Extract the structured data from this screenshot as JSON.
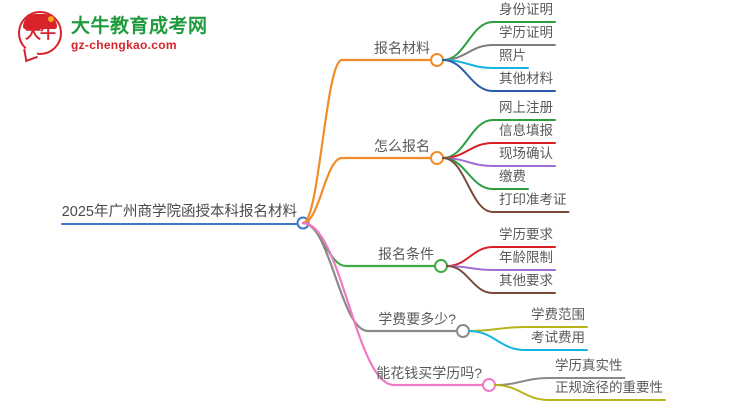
{
  "logo": {
    "mark_text": "大牛",
    "name_cn": "大牛教育成考网",
    "url": "gz-chengkao.com",
    "brand_green": "#1f9a3c",
    "brand_red": "#d8232a"
  },
  "mindmap": {
    "root": {
      "label": "2025年广州商学院函授本科报名材料",
      "underline_color": "#3d78c8",
      "node_color": "#3d78c8"
    },
    "branches": [
      {
        "label": "报名材料",
        "color": "#f28c28",
        "children": [
          {
            "label": "身份证明",
            "color": "#2d9e3f"
          },
          {
            "label": "学历证明",
            "color": "#7d7d7d"
          },
          {
            "label": "照片",
            "color": "#16b4e0"
          },
          {
            "label": "其他材料",
            "color": "#2a5ca8"
          }
        ]
      },
      {
        "label": "怎么报名",
        "color": "#f28c28",
        "children": [
          {
            "label": "网上注册",
            "color": "#2d9e3f"
          },
          {
            "label": "信息填报",
            "color": "#d81f26"
          },
          {
            "label": "现场确认",
            "color": "#a06fd6"
          },
          {
            "label": "缴费",
            "color": "#2d9e3f"
          },
          {
            "label": "打印准考证",
            "color": "#7a4a3a"
          }
        ]
      },
      {
        "label": "报名条件",
        "color": "#3faa46",
        "children": [
          {
            "label": "学历要求",
            "color": "#d81f26"
          },
          {
            "label": "年龄限制",
            "color": "#a06fd6"
          },
          {
            "label": "其他要求",
            "color": "#7a4a3a"
          }
        ]
      },
      {
        "label": "学费要多少?",
        "color": "#8a8a8a",
        "children": [
          {
            "label": "学费范围",
            "color": "#b6b417"
          },
          {
            "label": "考试费用",
            "color": "#16b4e0"
          }
        ]
      },
      {
        "label": "能花钱买学历吗?",
        "color": "#ef79c6",
        "children": [
          {
            "label": "学历真实性",
            "color": "#8a8a8a"
          },
          {
            "label": "正规途径的重要性",
            "color": "#b6b417"
          }
        ]
      }
    ]
  }
}
